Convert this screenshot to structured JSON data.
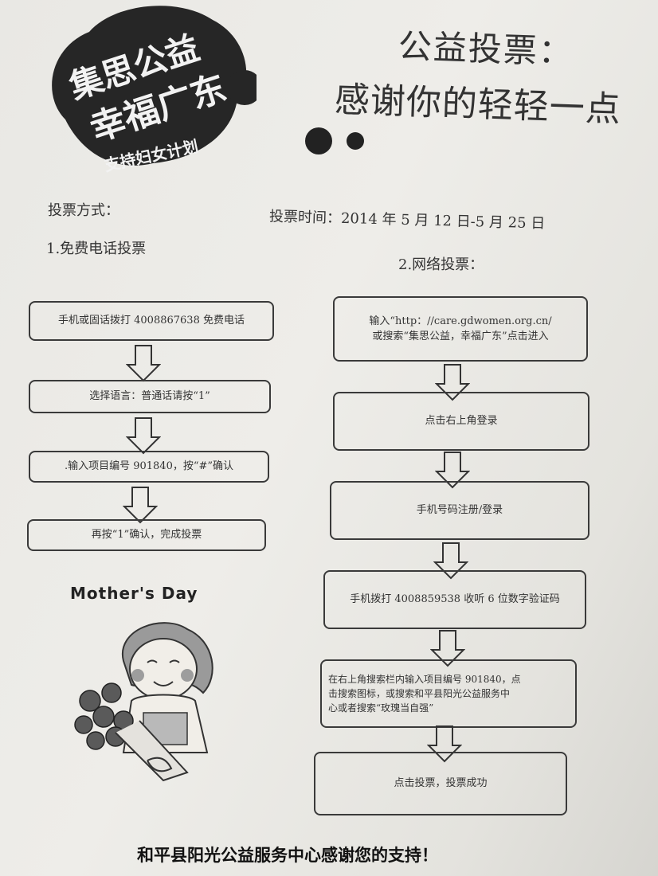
{
  "logo": {
    "line1": "集思公益",
    "line2": "幸福广东",
    "line3": "支持妇女计划"
  },
  "title": {
    "line1": "公益投票：",
    "line2": "感谢你的轻轻一点"
  },
  "vote_method_label": "投票方式：",
  "vote_time": "投票时间：2014 年 5 月 12 日-5 月 25 日",
  "phone": {
    "heading": "1.免费电话投票",
    "steps": [
      "手机或固话拨打 4008867638 免费电话",
      "选择语言：普通话请按“1”",
      ".输入项目编号 901840，按“#”确认",
      "再按“1”确认，完成投票"
    ]
  },
  "web": {
    "heading": "2.网络投票：",
    "steps": [
      "输入“http：//care.gdwomen.org.cn/\n或搜索“集思公益，幸福广东”点击进入",
      "点击右上角登录",
      "手机号码注册/登录",
      "手机拨打 4008859538 收听 6 位数字验证码",
      "在右上角搜索栏内输入项目编号 901840，点\n击搜索图标，或搜索和平县阳光公益服务中\n心或者搜索“玫瑰当自强”",
      "点击投票，投票成功"
    ]
  },
  "mothers_day": "Mother's Day",
  "footer": "和平县阳光公益服务中心感谢您的支持！"
}
